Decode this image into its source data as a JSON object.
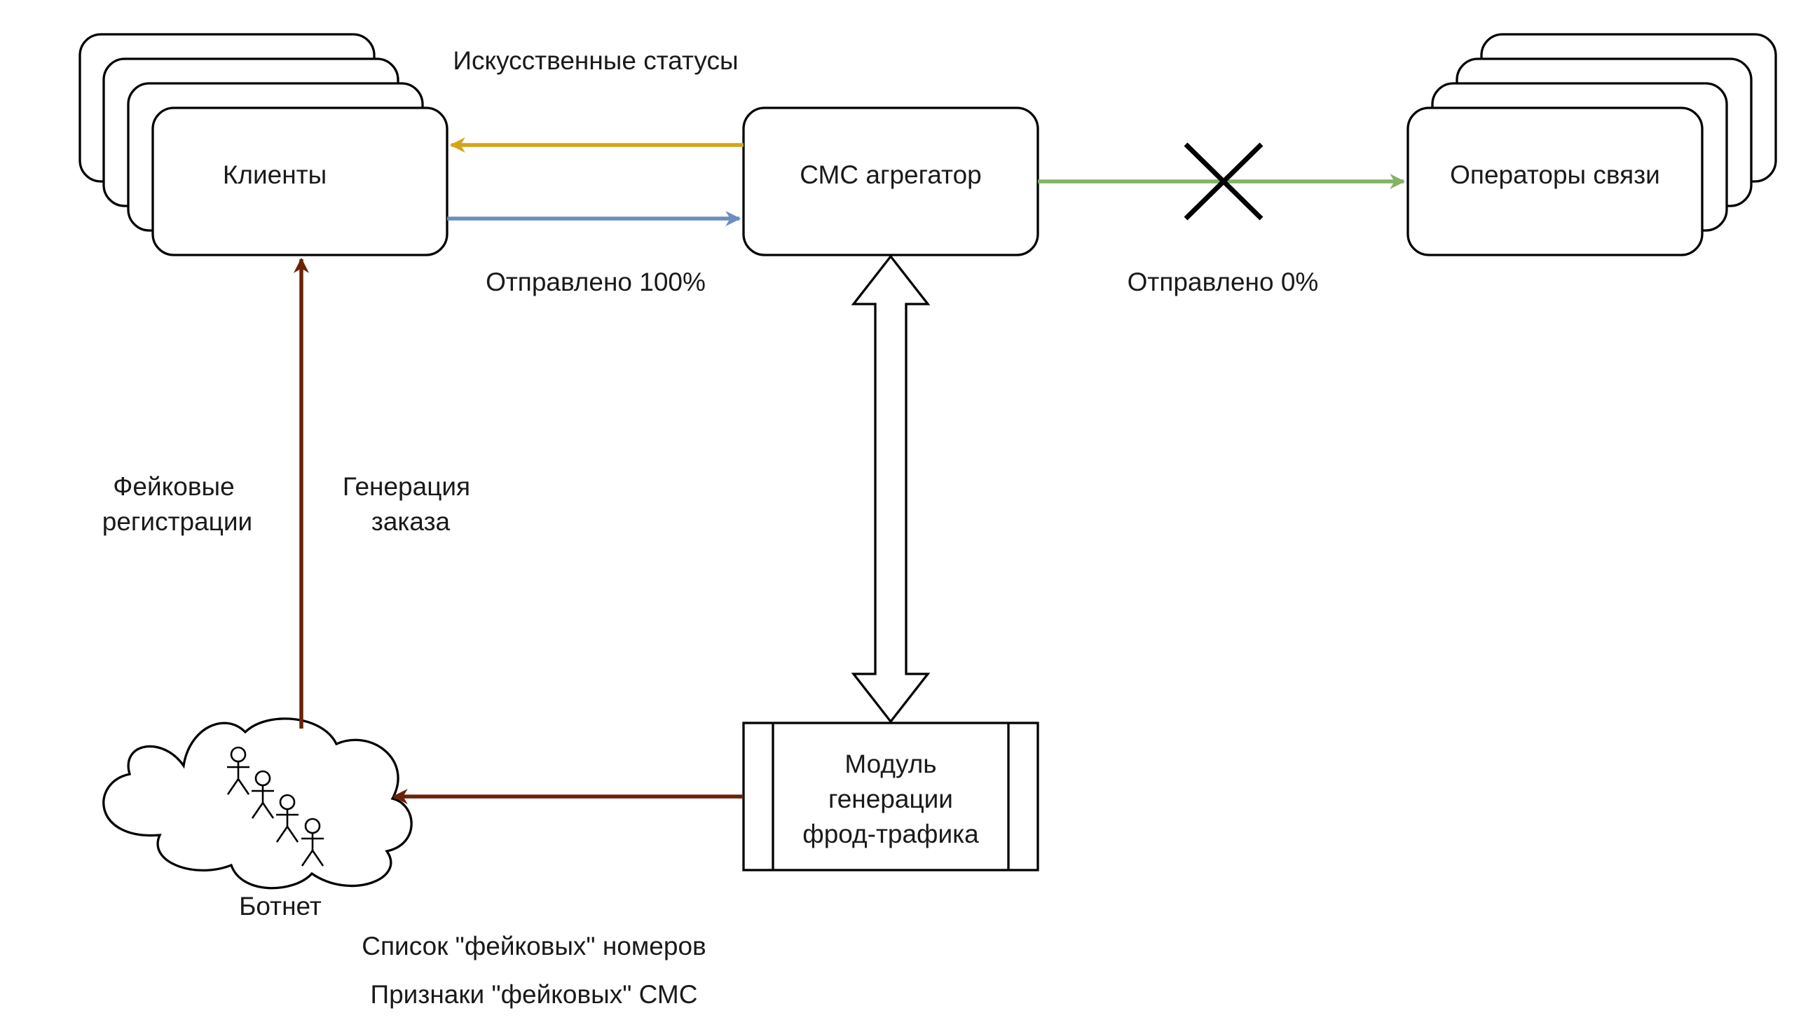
{
  "nodes": {
    "clients": "Клиенты",
    "aggregator": "СМС агрегатор",
    "operators": "Операторы связи",
    "module": [
      "Модуль",
      "генерации",
      "фрод-трафика"
    ],
    "botnet": "Ботнет"
  },
  "edges": {
    "artificial_statuses": "Искусственные статусы",
    "sent_100": "Отправлено 100%",
    "sent_0": "Отправлено 0%",
    "fake_registrations": [
      "Фейковые",
      "регистрации"
    ],
    "order_generation": [
      "Генерация",
      "заказа"
    ],
    "fake_numbers_list": "Список \"фейковых\" номеров",
    "fake_sms_signs": "Признаки \"фейковых\" СМС"
  },
  "colors": {
    "status_arrow": "#d6a418",
    "sent_arrow": "#6c8ebf",
    "operator_arrow": "#82b366",
    "fraud_arrow": "#6b2207",
    "cross": "#000000"
  },
  "icons": {
    "blocked": "cross-icon",
    "people": "stick-figure-icon"
  }
}
